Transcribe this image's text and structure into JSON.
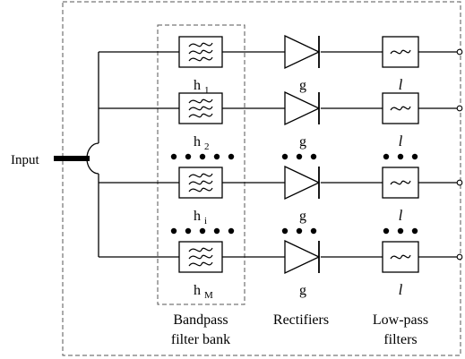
{
  "input_label": "Input",
  "channels": [
    {
      "filter": "h",
      "filter_sub": "1",
      "rectifier": "g",
      "lowpass": "l"
    },
    {
      "filter": "h",
      "filter_sub": "2",
      "rectifier": "g",
      "lowpass": "l"
    },
    {
      "filter": "h",
      "filter_sub": "i",
      "rectifier": "g",
      "lowpass": "l"
    },
    {
      "filter": "h",
      "filter_sub": "M",
      "rectifier": "g",
      "lowpass": "l"
    }
  ],
  "sections": {
    "bandpass": [
      "Bandpass",
      "filter bank"
    ],
    "rectifiers": [
      "Rectifiers"
    ],
    "lowpass": [
      "Low-pass",
      "filters"
    ]
  },
  "icons": {
    "bandpass": "bandpass-filter-icon",
    "rectifier": "rectifier-triangle-icon",
    "lowpass": "lowpass-filter-icon"
  }
}
